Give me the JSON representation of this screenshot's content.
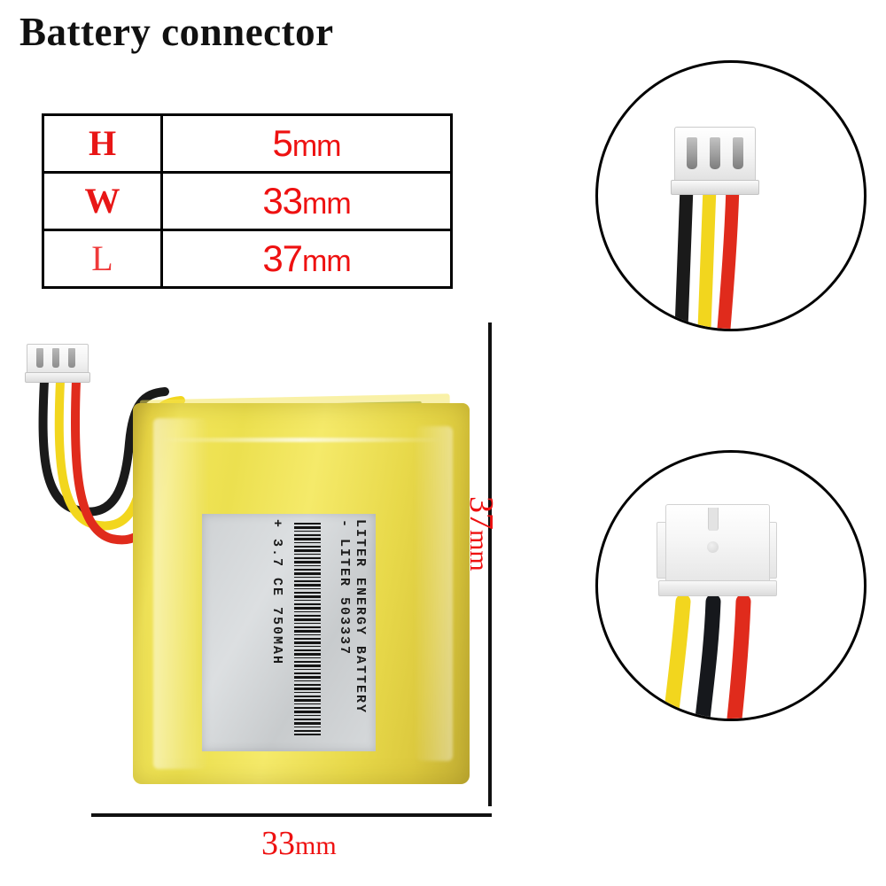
{
  "title": "Battery connector",
  "spec_table": {
    "rows": [
      {
        "label": "H",
        "value_num": "5",
        "value_unit": "mm",
        "emphasis": "bold"
      },
      {
        "label": "W",
        "value_num": "33",
        "value_unit": "mm",
        "emphasis": "bold"
      },
      {
        "label": "L",
        "value_num": "37",
        "value_unit": "mm",
        "emphasis": "light"
      }
    ]
  },
  "dimensions": {
    "vertical_num": "37",
    "vertical_unit": "mm",
    "horizontal_num": "33",
    "horizontal_unit": "mm"
  },
  "battery_label": {
    "line1": "LITER ENERGY BATTERY",
    "line2": "- LITER 503337",
    "line3": "+ 3.7 CE 750MAH"
  },
  "colors": {
    "dimension_red": "#ee1111",
    "table_label_red": "#e81616",
    "foil_yellow": "#f2e55a",
    "wire_red": "#e02b1c",
    "wire_yellow": "#f2d61e",
    "wire_black": "#1a1a1a",
    "outline_black": "#000000"
  },
  "callouts": {
    "top": {
      "name": "connector-pins-detail",
      "pin_count": 3,
      "wire_order": [
        "black",
        "yellow",
        "red"
      ]
    },
    "bottom": {
      "name": "connector-housing-detail",
      "wire_order": [
        "yellow",
        "black",
        "red"
      ]
    }
  }
}
